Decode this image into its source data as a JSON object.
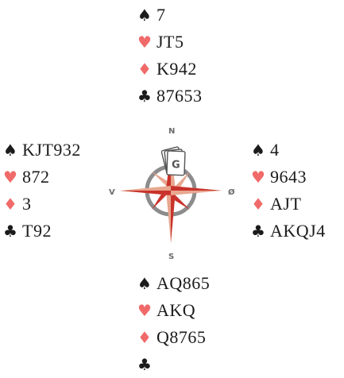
{
  "colors": {
    "black_suit": "#1b1b1b",
    "red_suit": "#f06a6a",
    "compass_dark_red": "#c9332c",
    "compass_light": "#e8a78f",
    "compass_ring": "#8c8c8c",
    "compass_letter": "#6b6b6b"
  },
  "hands": {
    "north": {
      "spades": "7",
      "hearts": "JT5",
      "diamonds": "K942",
      "clubs": "87653"
    },
    "west": {
      "spades": "KJT932",
      "hearts": "872",
      "diamonds": "3",
      "clubs": "T92"
    },
    "east": {
      "spades": "4",
      "hearts": "9643",
      "diamonds": "AJT",
      "clubs": "AKQJ4"
    },
    "south": {
      "spades": "AQ865",
      "hearts": "AKQ",
      "diamonds": "Q8765",
      "clubs": ""
    }
  },
  "suit_symbols": {
    "spades": "♠",
    "hearts": "♥",
    "diamonds": "♦",
    "clubs": "♣"
  },
  "compass": {
    "north": "N",
    "south": "S",
    "west": "V",
    "east": "Ø",
    "card_letter": "G"
  }
}
